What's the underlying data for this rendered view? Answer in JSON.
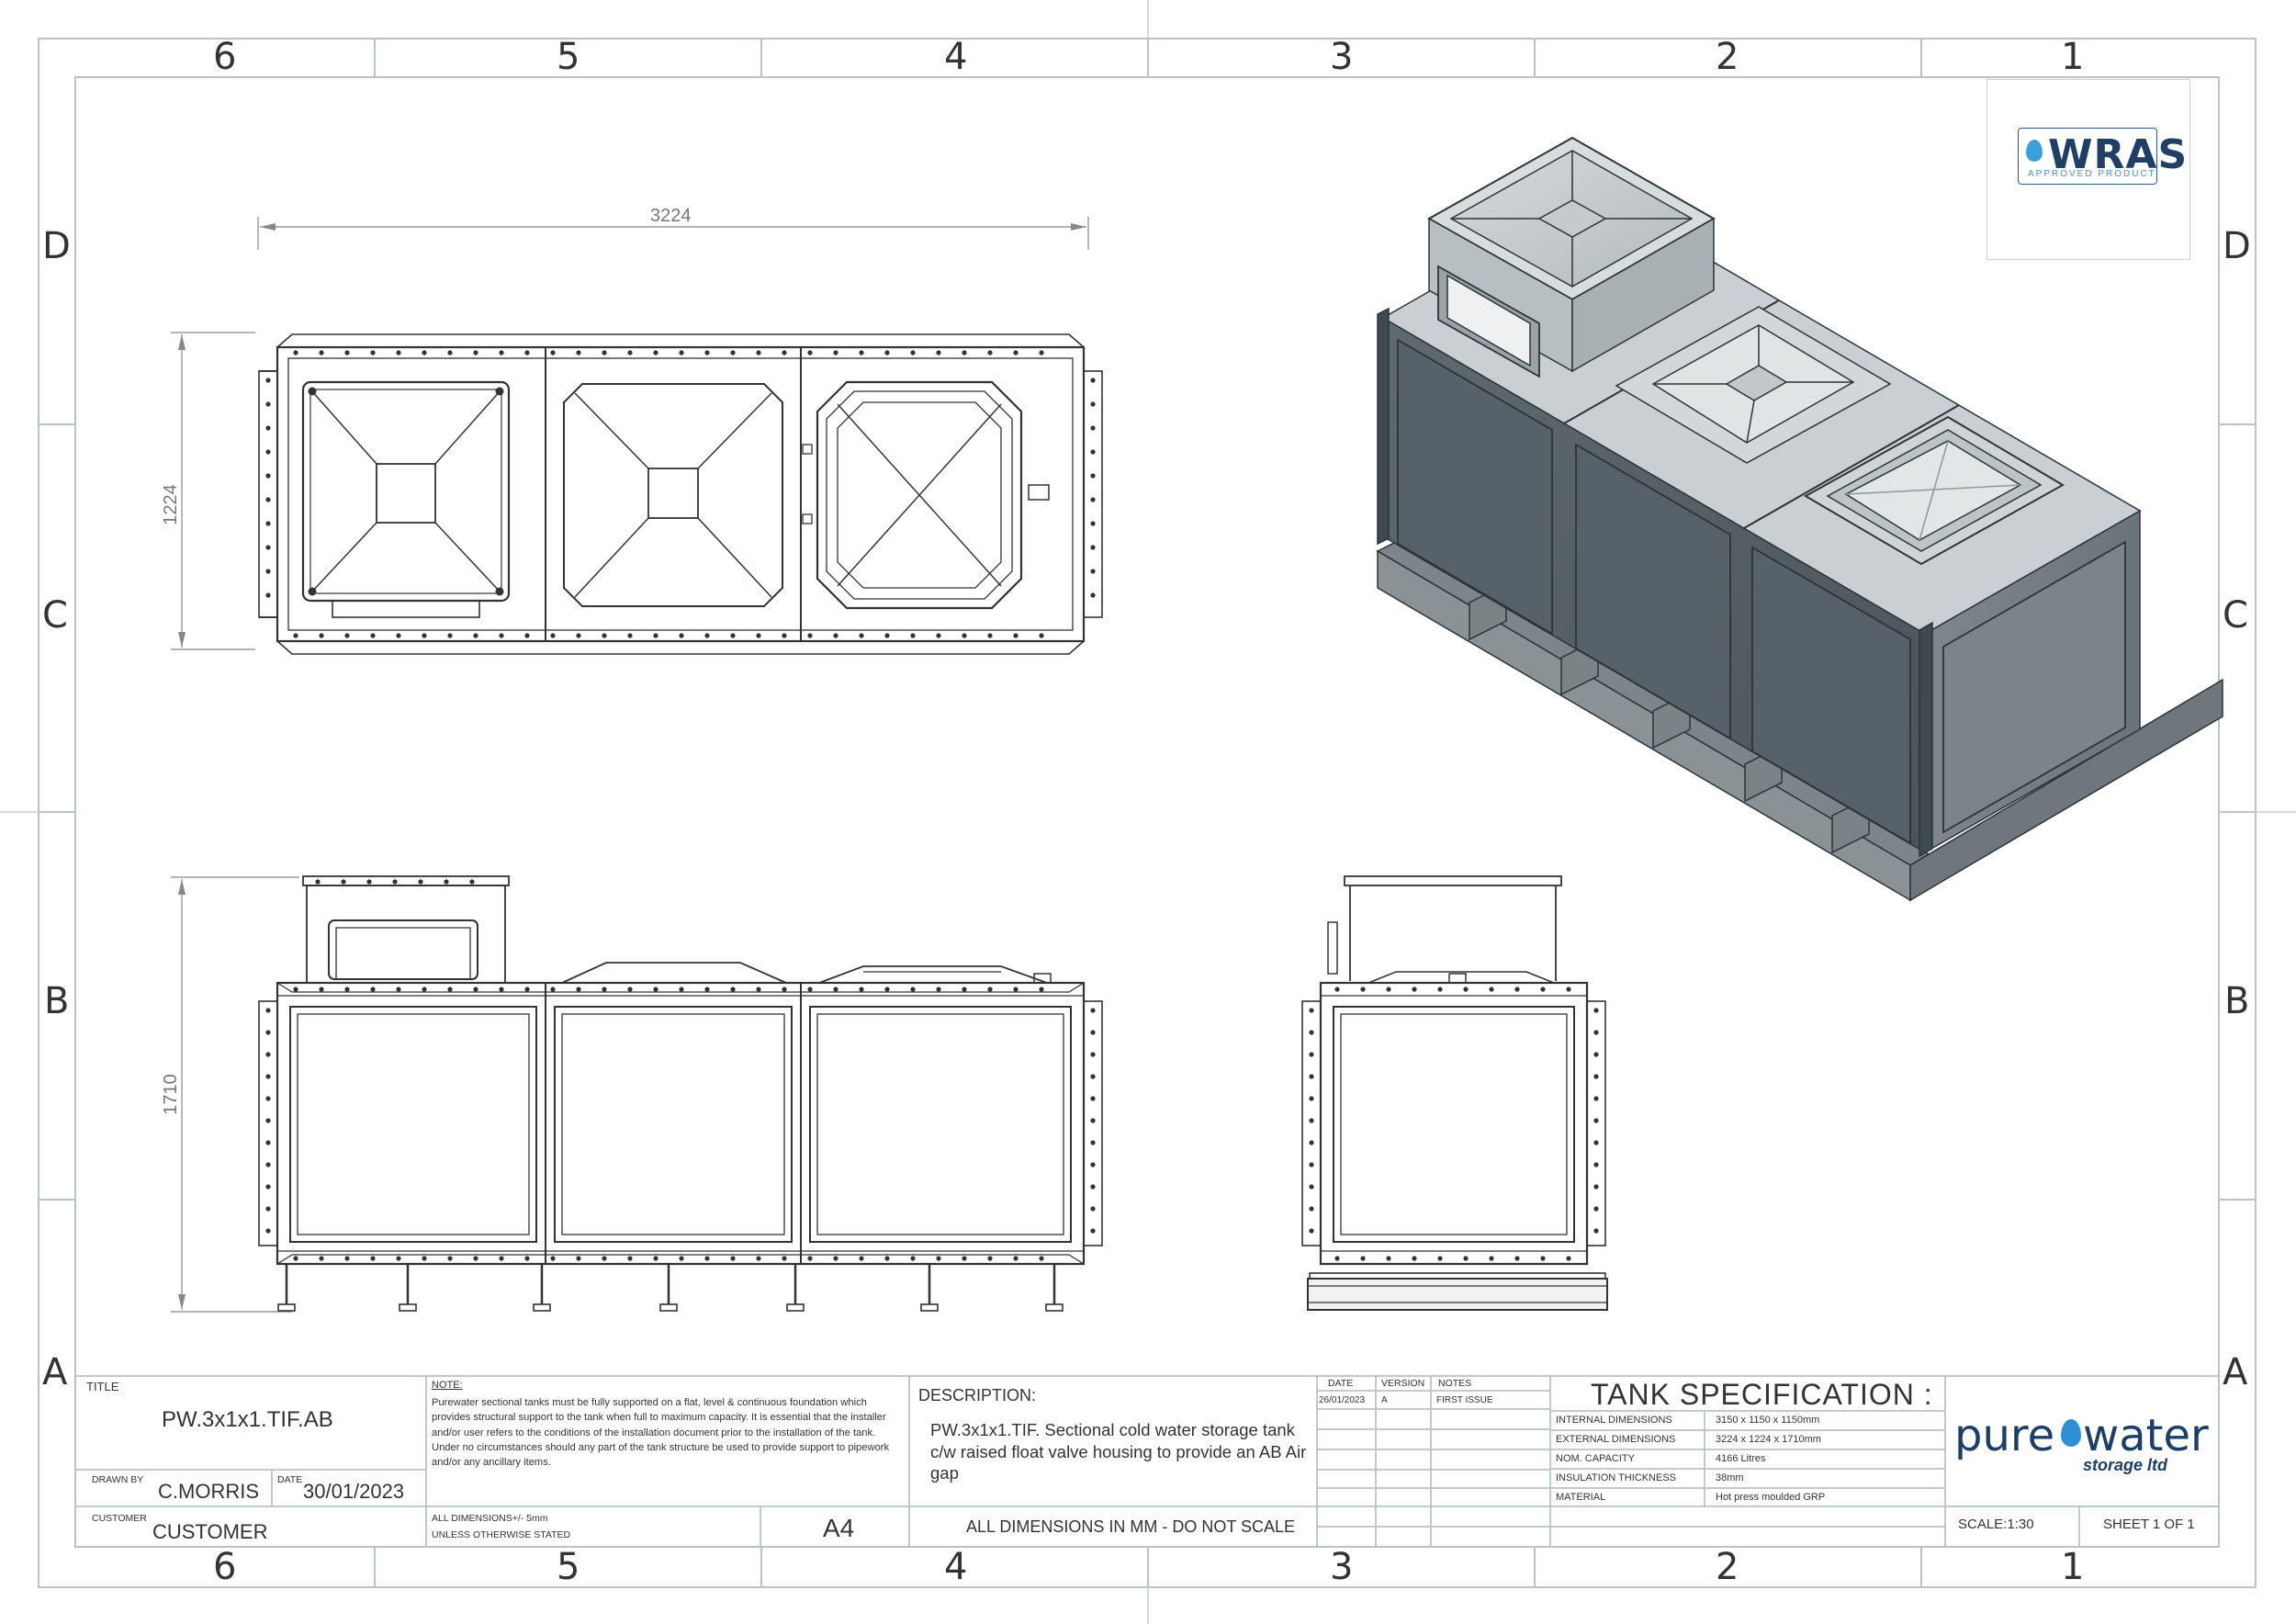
{
  "zones": {
    "columns": [
      "6",
      "5",
      "4",
      "3",
      "2",
      "1"
    ],
    "rows": [
      "D",
      "C",
      "B",
      "A"
    ]
  },
  "dimensions": {
    "plan_length": "3224",
    "plan_width": "1224",
    "elevation_height": "1710"
  },
  "logos": {
    "wras": {
      "word": "WRAS",
      "subtitle": "APPROVED PRODUCT"
    },
    "purewater": {
      "word_left": "pure",
      "word_right": "water",
      "subtitle": "storage ltd"
    }
  },
  "title_block": {
    "title_label": "TITLE",
    "title_value": "PW.3x1x1.TIF.AB",
    "drawn_by_label": "DRAWN BY",
    "drawn_by_value": "C.MORRIS",
    "date_label": "DATE",
    "date_value": "30/01/2023",
    "customer_label": "CUSTOMER",
    "customer_value": "CUSTOMER",
    "note_label": "NOTE:",
    "note_text": "Purewater sectional tanks must be fully supported on a flat, level & continuous foundation which provides structural support to the tank when full to maximum capacity. It is essential that the installer and/or user refers to the conditions of the installation document prior to the installation of the tank. Under no circumstances should any part of the tank structure be used to provide support to pipework and/or any ancillary items.",
    "tolerance_line1": "ALL DIMENSIONS+/- 5mm",
    "tolerance_line2": "UNLESS OTHERWISE STATED",
    "paper_size": "A4",
    "description_label": "DESCRIPTION:",
    "description_text": "PW.3x1x1.TIF. Sectional cold water storage tank c/w raised float valve housing to provide an AB Air gap",
    "scale_note": "ALL DIMENSIONS IN MM - DO NOT SCALE",
    "revision_headers": {
      "date": "DATE",
      "version": "VERSION",
      "notes": "NOTES"
    },
    "revision_rows": [
      {
        "date": "26/01/2023",
        "version": "A",
        "notes": "FIRST ISSUE"
      }
    ],
    "spec_title": "TANK SPECIFICATION :",
    "spec_rows": [
      {
        "label": "INTERNAL DIMENSIONS",
        "value": "3150 x 1150 x 1150mm"
      },
      {
        "label": "EXTERNAL DIMENSIONS",
        "value": "3224 x 1224 x 1710mm"
      },
      {
        "label": "NOM. CAPACITY",
        "value": "4166 Litres"
      },
      {
        "label": "INSULATION THICKNESS",
        "value": "38mm"
      },
      {
        "label": "MATERIAL",
        "value": "Hot press moulded GRP"
      }
    ],
    "scale": "SCALE:1:30",
    "sheet": "SHEET 1 OF 1"
  }
}
